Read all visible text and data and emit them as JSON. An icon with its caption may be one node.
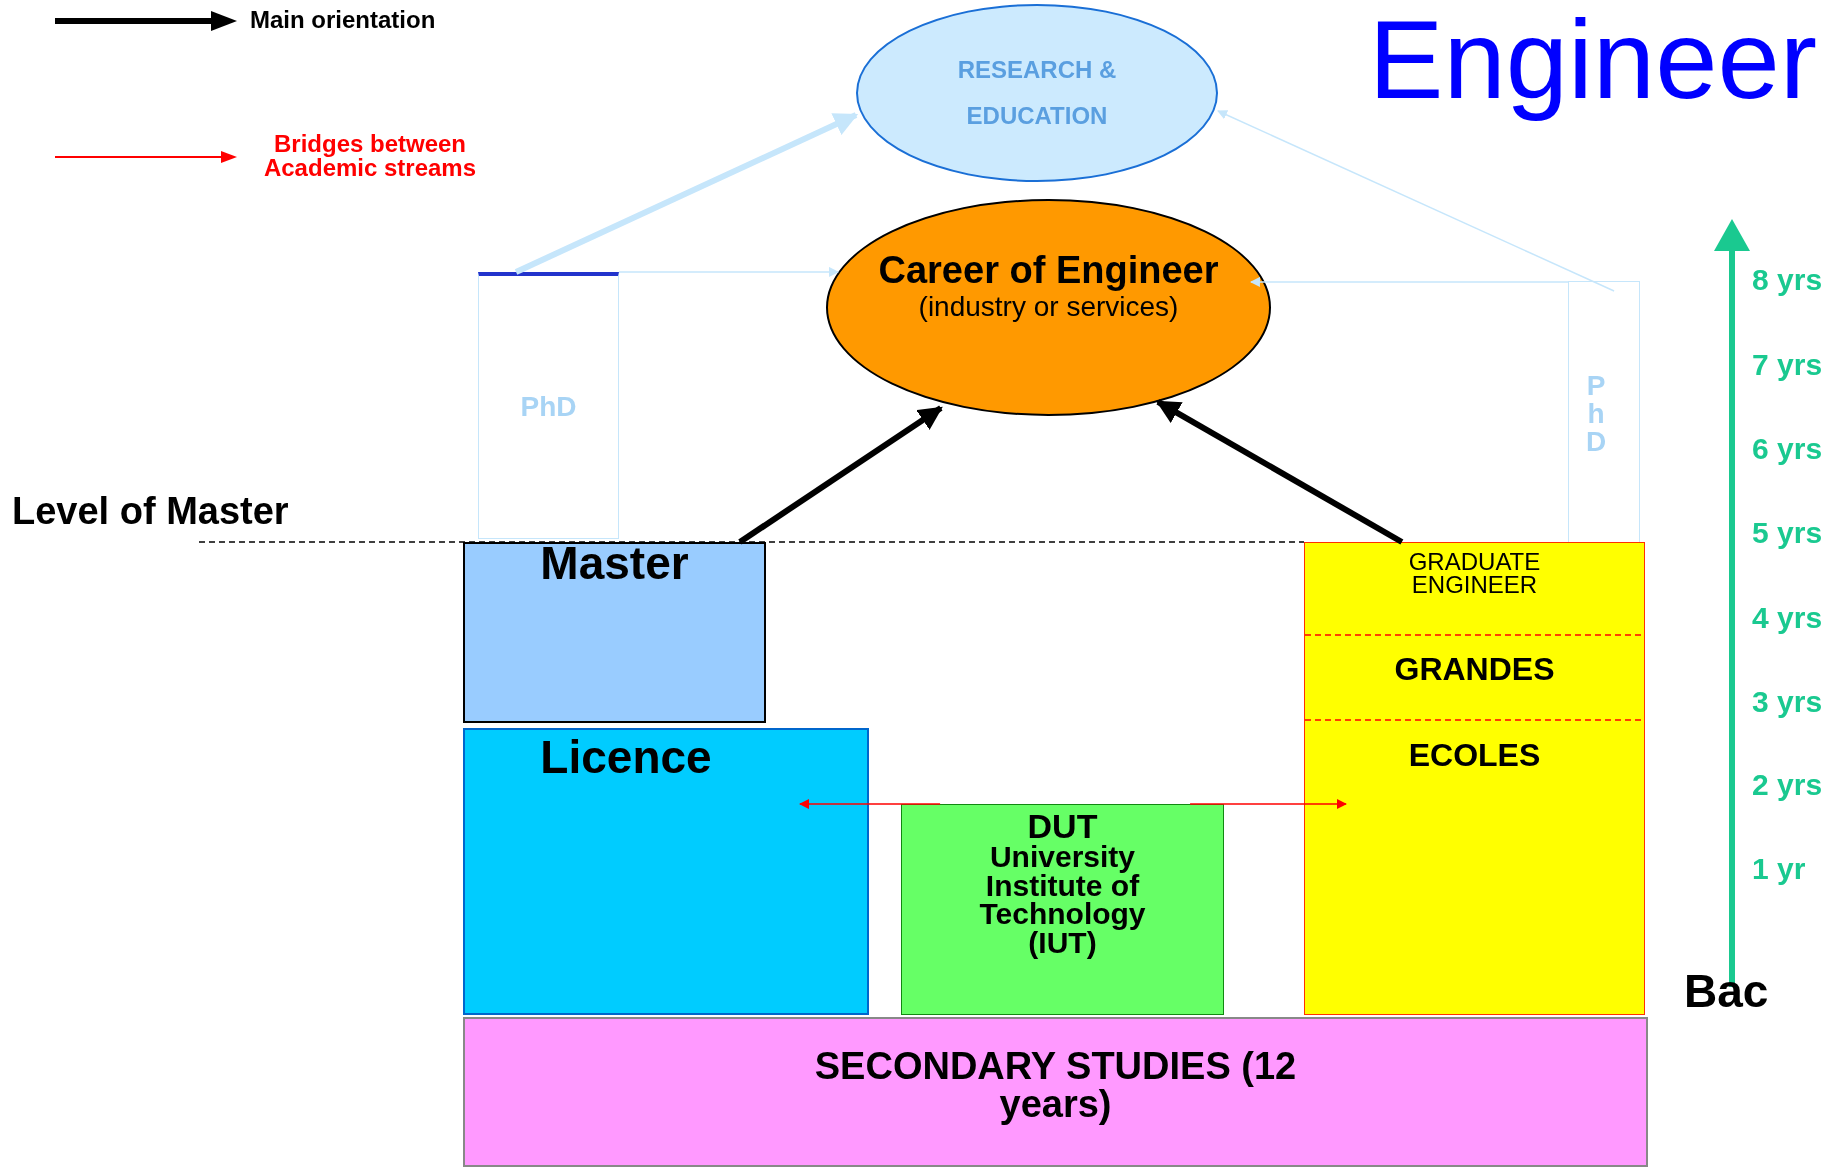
{
  "diagram": {
    "title": "Engineer",
    "nodes": [
      {
        "text": [
          "RESEARCH & EDUCATION"
        ]
      },
      {
        "text": [
          "Career of Engineer",
          "(industry or services)"
        ]
      },
      {
        "text": [
          "PhD"
        ]
      },
      {
        "text": [
          "PhD"
        ]
      },
      {
        "text": [
          "Master"
        ]
      },
      {
        "text": [
          "GRADUATE ENGINEER",
          "GRANDES",
          "ECOLES"
        ]
      },
      {
        "text": [
          "Licence"
        ]
      },
      {
        "text": [
          "DUT",
          "University Institute of Technology (IUT)"
        ]
      },
      {
        "text": [
          "SECONDARY STUDIES (12 years)"
        ]
      }
    ],
    "edges": [
      {
        "from": 4,
        "to": 1,
        "arrow": "to",
        "style": "thick",
        "color": "#000000"
      },
      {
        "from": 5,
        "to": 1,
        "arrow": "to",
        "style": "thick",
        "color": "#000000"
      },
      {
        "from": 2,
        "to": 0,
        "arrow": "to",
        "style": "thick",
        "color": "#c6e6fb"
      },
      {
        "from": 2,
        "to": 1,
        "arrow": "to",
        "color": "#c6e6fb"
      },
      {
        "from": 3,
        "to": 1,
        "arrow": "to",
        "color": "#c6e6fb"
      },
      {
        "from": 3,
        "to": 0,
        "arrow": "to",
        "color": "#c6e6fb"
      },
      {
        "from": 7,
        "to": 6,
        "arrow": "to",
        "color": "#ff0000"
      },
      {
        "from": 7,
        "to": 5,
        "arrow": "to",
        "color": "#ff0000"
      }
    ],
    "labels": [
      "Level of Master",
      "8 yrs",
      "7 yrs",
      "6 yrs",
      "5 yrs",
      "4 yrs",
      "3 yrs",
      "2 yrs",
      "1 yr",
      "Bac"
    ],
    "legend": [
      {
        "text": "Main orientation"
      },
      {
        "text": "Bridges between Academic streams"
      }
    ]
  }
}
